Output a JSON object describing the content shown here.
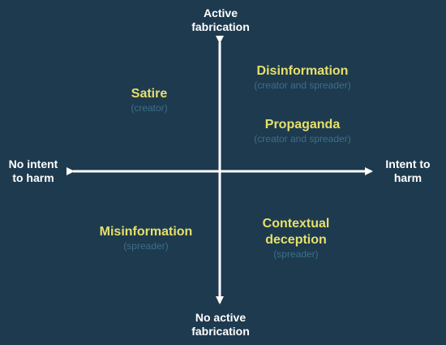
{
  "axes": {
    "top": [
      "Active",
      "fabrication"
    ],
    "bottom": [
      "No active",
      "fabrication"
    ],
    "left": [
      "No intent",
      "to harm"
    ],
    "right": [
      "Intent to",
      "harm"
    ]
  },
  "quadrants": {
    "satire": {
      "term": "Satire",
      "role": "(creator)"
    },
    "disinformation": {
      "term": "Disinformation",
      "role": "(creator and spreader)"
    },
    "propaganda": {
      "term": "Propaganda",
      "role": "(creator and spreader)"
    },
    "misinformation": {
      "term": "Misinformation",
      "role": "(spreader)"
    },
    "contextual_deception": {
      "term_lines": [
        "Contextual",
        "deception"
      ],
      "role": "(spreader)"
    }
  },
  "colors": {
    "background": "#1d3a4f",
    "axis": "#ffffff",
    "term": "#e6e06a",
    "role": "#3f6f8a"
  }
}
